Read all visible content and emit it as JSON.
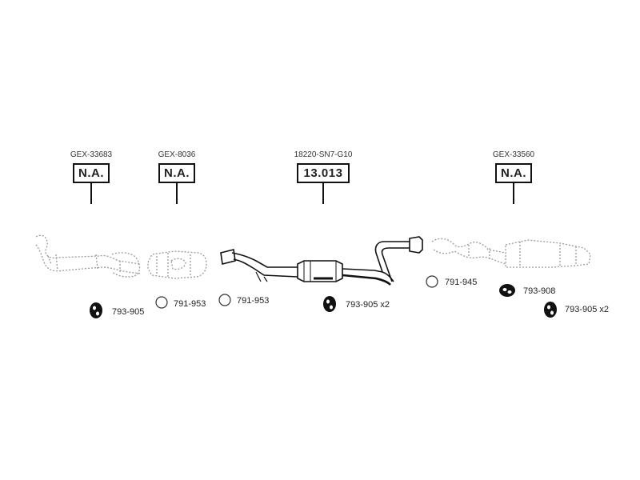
{
  "callouts": [
    {
      "code": "GEX-33683",
      "part": "N.A."
    },
    {
      "code": "GEX-8036",
      "part": "N.A."
    },
    {
      "code": "18220-SN7-G10",
      "part": "13.013"
    },
    {
      "code": "GEX-33560",
      "part": "N.A."
    }
  ],
  "hardware": [
    {
      "label": "793-905",
      "type": "rubber-hanger"
    },
    {
      "label": "791-953",
      "type": "ring"
    },
    {
      "label": "791-953",
      "type": "ring"
    },
    {
      "label": "793-905 x2",
      "type": "rubber-hanger"
    },
    {
      "label": "791-945",
      "type": "ring"
    },
    {
      "label": "793-908",
      "type": "rubber-hanger"
    },
    {
      "label": "793-905 x2",
      "type": "rubber-hanger"
    }
  ]
}
